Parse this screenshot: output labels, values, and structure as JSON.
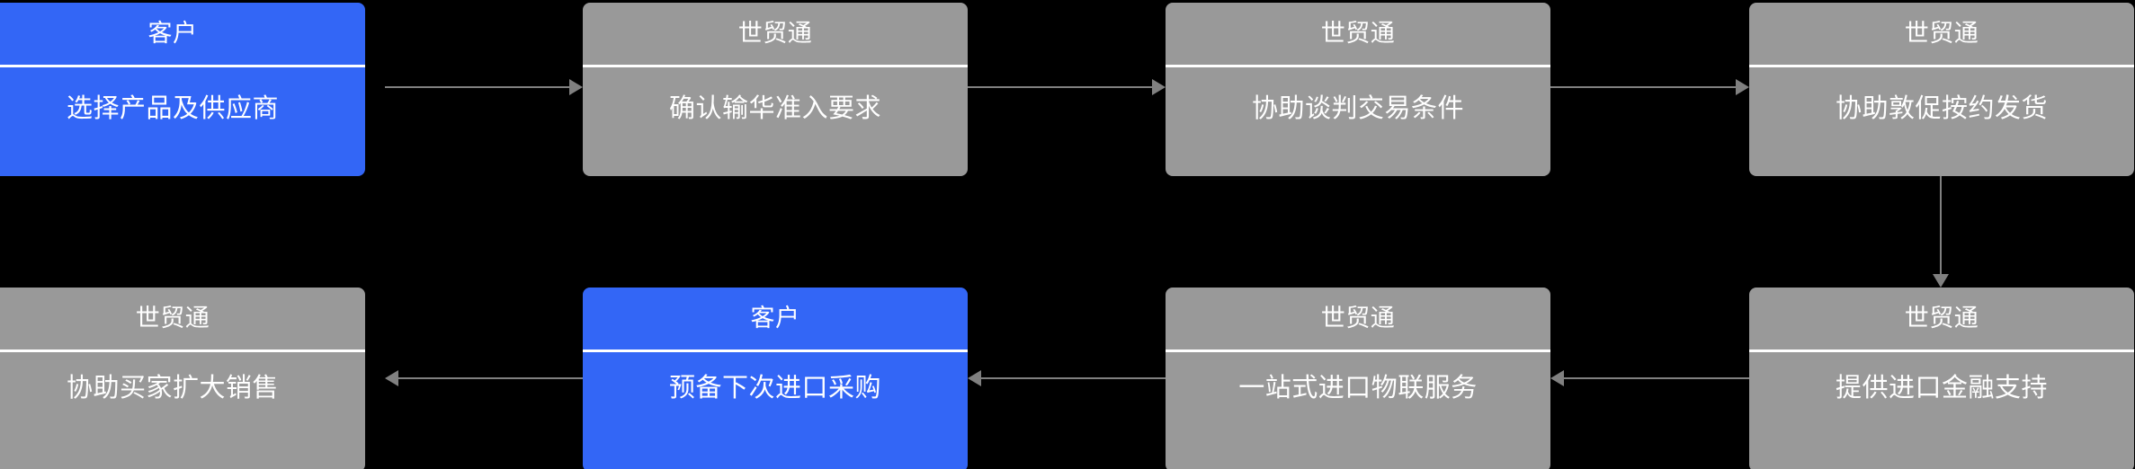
{
  "diagram": {
    "type": "flowchart",
    "background_color": "#000000",
    "accent_color": "#3366f6",
    "neutral_color": "#999999",
    "connector_color": "#808080",
    "divider_color": "#ffffff",
    "text_color": "#ffffff",
    "nodes": [
      {
        "id": "n1",
        "role": "客户",
        "action": "选择产品及供应商",
        "color": "#3366f6",
        "row": 1,
        "col": 1
      },
      {
        "id": "n2",
        "role": "世贸通",
        "action": "确认输华准入要求",
        "color": "#999999",
        "row": 1,
        "col": 2
      },
      {
        "id": "n3",
        "role": "世贸通",
        "action": "协助谈判交易条件",
        "color": "#999999",
        "row": 1,
        "col": 3
      },
      {
        "id": "n4",
        "role": "世贸通",
        "action": "协助敦促按约发货",
        "color": "#999999",
        "row": 1,
        "col": 4
      },
      {
        "id": "n5",
        "role": "世贸通",
        "action": "提供进口金融支持",
        "color": "#999999",
        "row": 2,
        "col": 4
      },
      {
        "id": "n6",
        "role": "世贸通",
        "action": "一站式进口物联服务",
        "color": "#999999",
        "row": 2,
        "col": 3
      },
      {
        "id": "n7",
        "role": "客户",
        "action": "预备下次进口采购",
        "color": "#3366f6",
        "row": 2,
        "col": 2
      },
      {
        "id": "n8",
        "role": "世贸通",
        "action": "协助买家扩大销售",
        "color": "#999999",
        "row": 2,
        "col": 1
      }
    ],
    "edges": [
      {
        "from": "n1",
        "to": "n2",
        "direction": "right"
      },
      {
        "from": "n2",
        "to": "n3",
        "direction": "right"
      },
      {
        "from": "n3",
        "to": "n4",
        "direction": "right"
      },
      {
        "from": "n4",
        "to": "n5",
        "direction": "down"
      },
      {
        "from": "n5",
        "to": "n6",
        "direction": "left"
      },
      {
        "from": "n6",
        "to": "n7",
        "direction": "left"
      },
      {
        "from": "n7",
        "to": "n8",
        "direction": "left"
      }
    ]
  }
}
